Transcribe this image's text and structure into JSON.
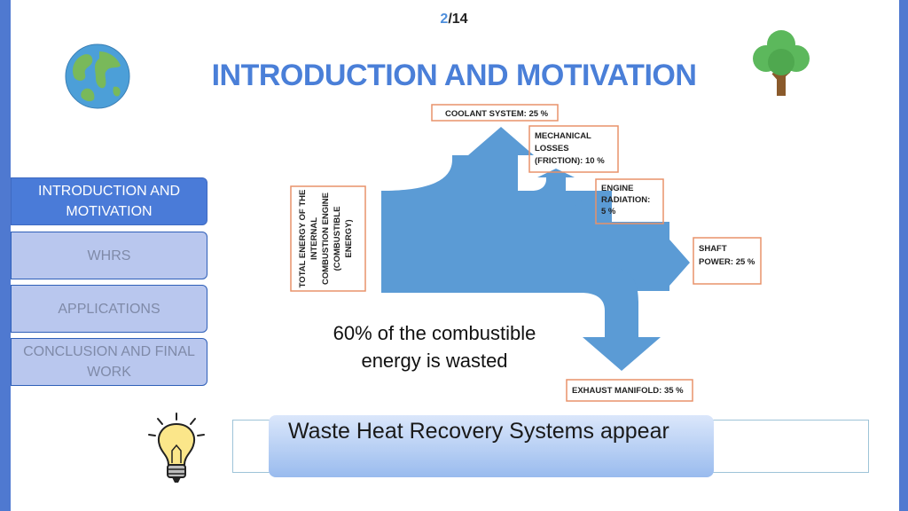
{
  "page": {
    "current": "2",
    "separator": "/",
    "total": "14"
  },
  "title": "INTRODUCTION AND MOTIVATION",
  "nav": [
    {
      "label": "INTRODUCTION AND MOTIVATION",
      "active": true
    },
    {
      "label": "WHRS",
      "active": false
    },
    {
      "label": "APPLICATIONS",
      "active": false
    },
    {
      "label": "CONCLUSION AND FINAL WORK",
      "active": false
    }
  ],
  "diagram": {
    "source_label": [
      "TOTAL ENERGY OF THE",
      "INTERNAL",
      "COMBUSTION ENGINE",
      "(COMBUSTIBLE",
      "ENERGY)"
    ],
    "outputs": [
      {
        "lines": [
          "COOLANT SYSTEM: 25 %"
        ],
        "value": 25
      },
      {
        "lines": [
          "MECHANICAL",
          "LOSSES",
          "(FRICTION): 10 %"
        ],
        "value": 10
      },
      {
        "lines": [
          "ENGINE",
          "RADIATION:",
          "5 %"
        ],
        "value": 5
      },
      {
        "lines": [
          "SHAFT",
          "POWER: 25 %"
        ],
        "value": 25
      },
      {
        "lines": [
          "EXHAUST MANIFOLD: 35 %"
        ],
        "value": 35
      }
    ],
    "flow_color": "#5b9bd5",
    "box_border_color": "#e8926a"
  },
  "caption": "60% of the combustible energy is wasted",
  "banner": "Waste Heat Recovery Systems appear",
  "icons": {
    "left": "globe-icon",
    "right": "tree-icon",
    "bottom": "lightbulb-icon"
  }
}
